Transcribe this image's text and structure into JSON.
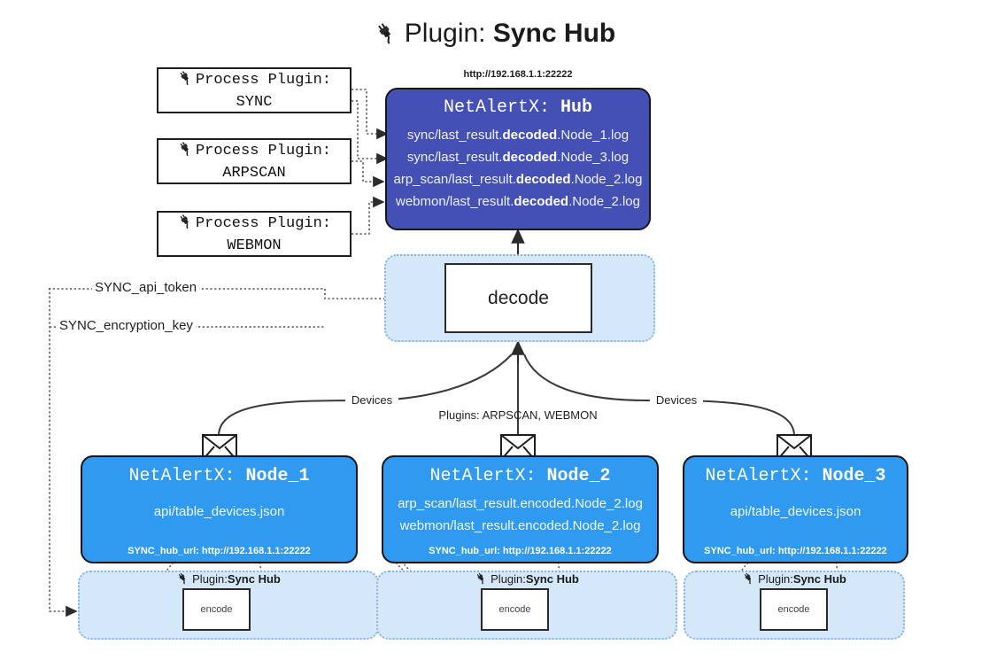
{
  "title": {
    "icon": "plug-icon",
    "prefix": "Plugin: ",
    "name": "Sync Hub"
  },
  "process_plugins": [
    {
      "icon": "plug-icon",
      "line1": "Process Plugin:",
      "line2": "SYNC"
    },
    {
      "icon": "plug-icon",
      "line1": "Process Plugin:",
      "line2": "ARPSCAN"
    },
    {
      "icon": "plug-icon",
      "line1": "Process Plugin:",
      "line2": "WEBMON"
    }
  ],
  "hub": {
    "url": "http://192.168.1.1:22222",
    "title_prefix": "NetAlertX: ",
    "title_name": "Hub",
    "logs": [
      {
        "pre": "sync/last_result.",
        "mid": "decoded",
        "post": ".Node_1.log"
      },
      {
        "pre": "sync/last_result.",
        "mid": "decoded",
        "post": ".Node_3.log"
      },
      {
        "pre": "arp_scan/last_result.",
        "mid": "decoded",
        "post": ".Node_2.log"
      },
      {
        "pre": "webmon/last_result.",
        "mid": "decoded",
        "post": ".Node_2.log"
      }
    ]
  },
  "decode": {
    "label": "decode"
  },
  "sync_params": [
    {
      "label": "SYNC_api_token"
    },
    {
      "label": "SYNC_encryption_key"
    }
  ],
  "edge_labels": {
    "devices_left": "Devices",
    "devices_right": "Devices",
    "plugins_center": "Plugins: ARPSCAN, WEBMON"
  },
  "nodes": [
    {
      "icon": "envelope-icon",
      "title_prefix": "NetAlertX: ",
      "title_name": "Node_1",
      "lines": [
        "api/table_devices.json"
      ],
      "url_label": "SYNC_hub_url: http://192.168.1.1:22222"
    },
    {
      "icon": "envelope-icon",
      "title_prefix": "NetAlertX: ",
      "title_name": "Node_2",
      "lines": [
        "arp_scan/last_result.encoded.Node_2.log",
        "webmon/last_result.encoded.Node_2.log"
      ],
      "url_label": "SYNC_hub_url: http://192.168.1.1:22222"
    },
    {
      "icon": "envelope-icon",
      "title_prefix": "NetAlertX: ",
      "title_name": "Node_3",
      "lines": [
        "api/table_devices.json"
      ],
      "url_label": "SYNC_hub_url: http://192.168.1.1:22222"
    }
  ],
  "encoders": [
    {
      "icon": "plug-icon",
      "caption_prefix": "Plugin: ",
      "caption_name": "Sync Hub",
      "box_label": "encode"
    },
    {
      "icon": "plug-icon",
      "caption_prefix": "Plugin: ",
      "caption_name": "Sync Hub",
      "box_label": "encode"
    },
    {
      "icon": "plug-icon",
      "caption_prefix": "Plugin: ",
      "caption_name": "Sync Hub",
      "box_label": "encode"
    }
  ],
  "colors": {
    "hub_fill": "#4550b5",
    "node_fill": "#2f9aef",
    "container_fill": "#d4e8fa",
    "container_border": "#8ab4dd",
    "stroke": "#1f1f1f"
  }
}
